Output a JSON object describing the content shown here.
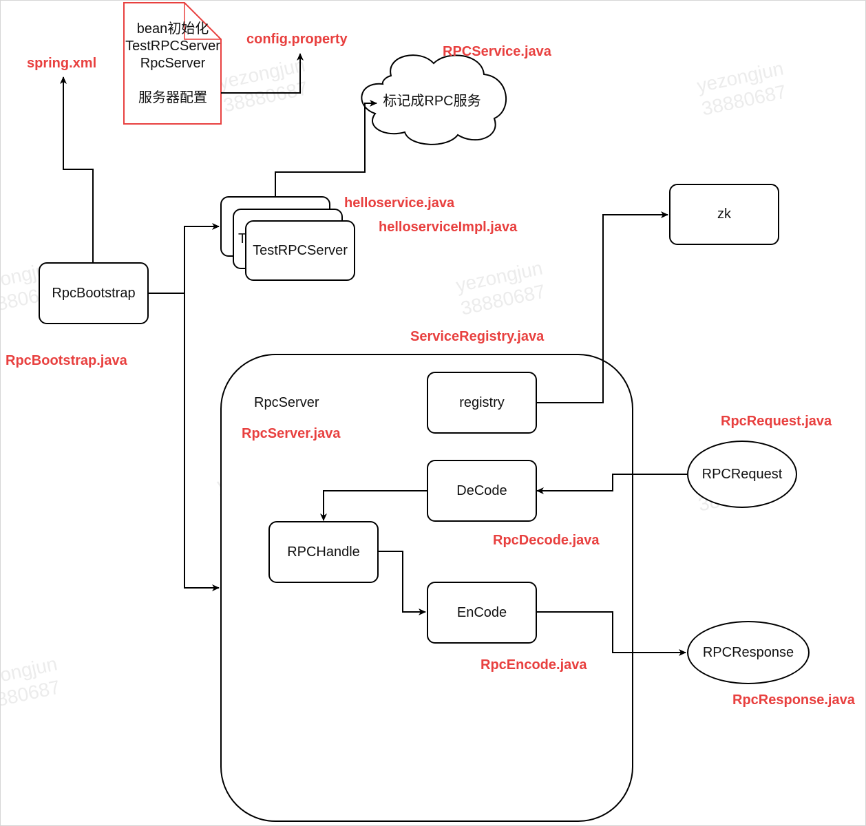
{
  "nodes": {
    "rpc_bootstrap": "RpcBootstrap",
    "test_rpc_server_back1": "T",
    "test_rpc_server": "TestRPCServer",
    "zk": "zk",
    "rpc_server_title": "RpcServer",
    "registry": "registry",
    "decode": "DeCode",
    "rpc_handle": "RPCHandle",
    "encode": "EnCode",
    "rpc_request": "RPCRequest",
    "rpc_response": "RPCResponse",
    "cloud": "标记成RPC服务",
    "document_lines": [
      "bean初始化",
      "TestRPCServer",
      "RpcServer",
      "",
      "服务器配置"
    ]
  },
  "file_labels": {
    "spring_xml": "spring.xml",
    "config_property": "config.property",
    "rpc_service_java": "RPCService.java",
    "helloservice_java": "helloservice.java",
    "helloservice_impl_java": "helloserviceImpl.java",
    "rpc_bootstrap_java": "RpcBootstrap.java",
    "service_registry_java": "ServiceRegistry.java",
    "rpc_server_java": "RpcServer.java",
    "rpc_request_java": "RpcRequest.java",
    "rpc_decode_java": "RpcDecode.java",
    "rpc_encode_java": "RpcEncode.java",
    "rpc_response_java": "RpcResponse.java"
  },
  "watermark": {
    "line1": "yezongjun",
    "line2": "38880687"
  },
  "colors": {
    "label_red": "#e8403f",
    "line": "#000000",
    "document_border": "#e8403f"
  }
}
